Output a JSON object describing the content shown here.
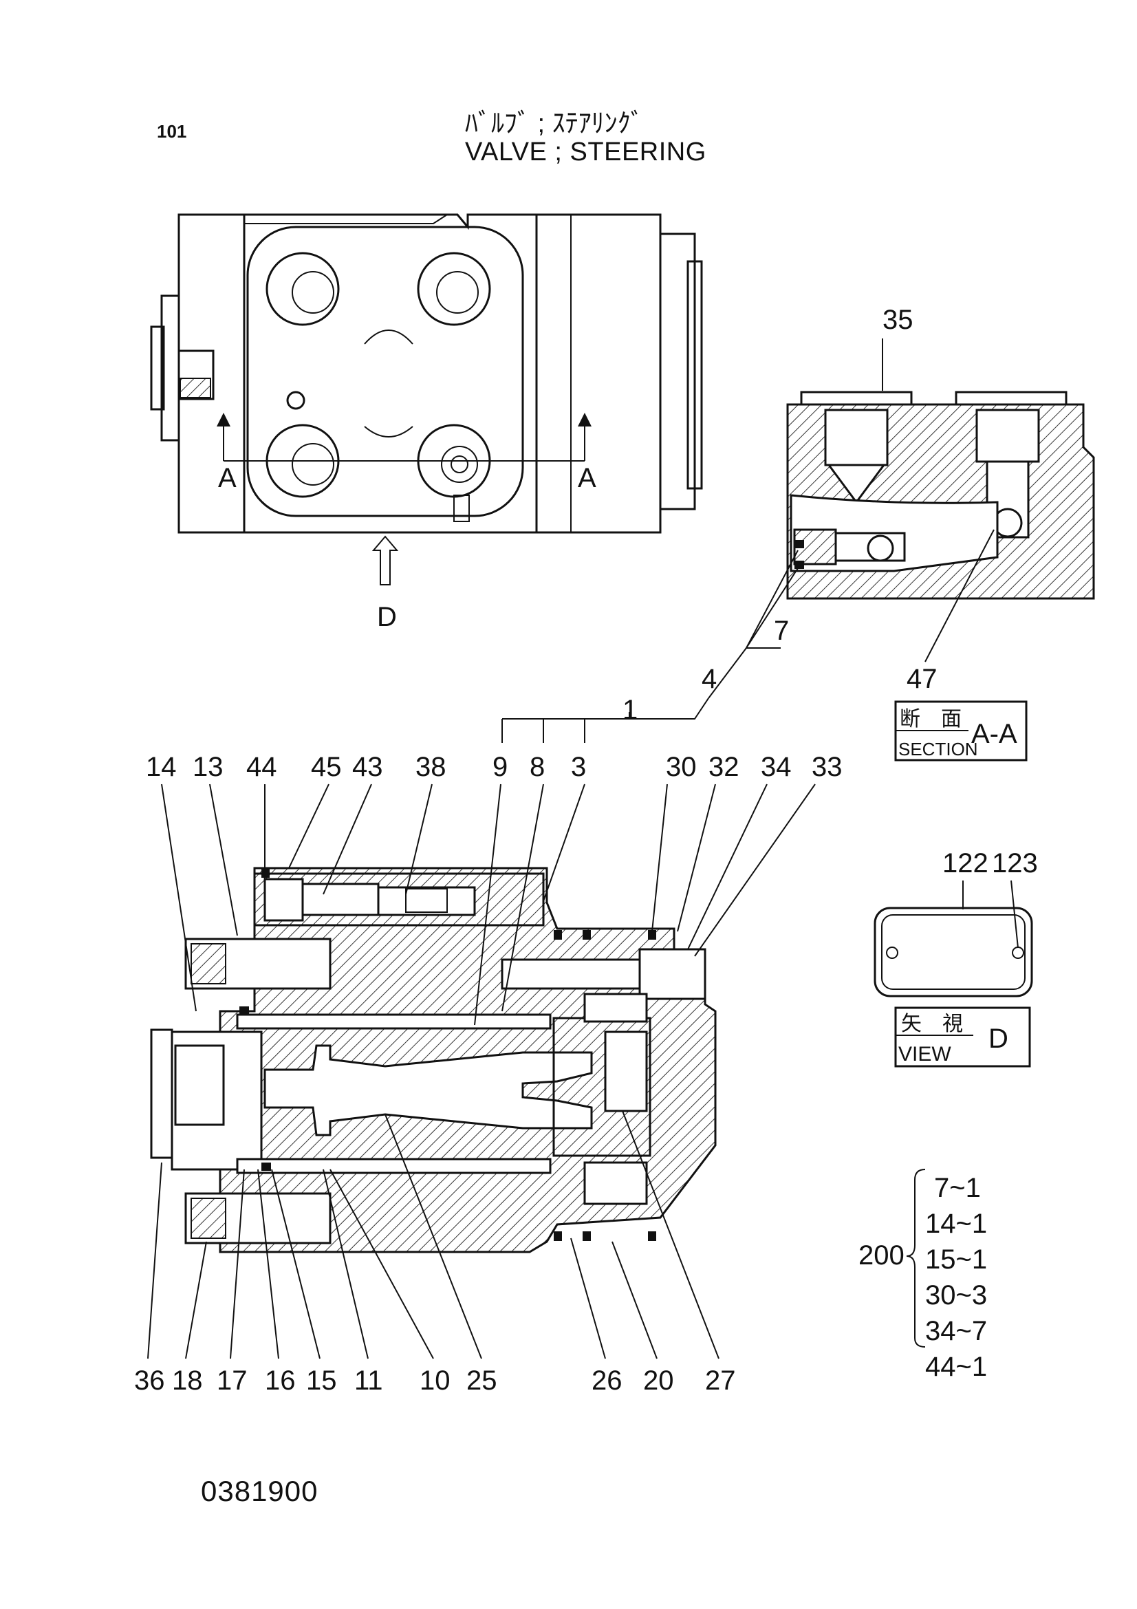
{
  "page": {
    "page_number": "101",
    "title_jp": "ﾊﾞﾙﾌﾞ ; ｽﾃｱﾘﾝｸﾞ",
    "title_en": "VALVE ; STEERING",
    "drawing_number": "0381900"
  },
  "top_view": {
    "section_mark_left": "A",
    "section_mark_right": "A",
    "view_arrow_label": "D"
  },
  "section_aa": {
    "callouts": [
      "35",
      "7",
      "47"
    ],
    "caption_jp": "断　面",
    "caption_en": "SECTION",
    "caption_mark": "A-A"
  },
  "main_section": {
    "group_callouts": [
      "1",
      "4"
    ],
    "top_callouts": [
      "14",
      "13",
      "44",
      "45",
      "43",
      "38",
      "9",
      "8",
      "3",
      "30",
      "32",
      "34",
      "33"
    ],
    "bottom_callouts": [
      "36",
      "18",
      "17",
      "16",
      "15",
      "11",
      "10",
      "25",
      "26",
      "20",
      "27"
    ]
  },
  "view_d": {
    "callouts": [
      "122",
      "123"
    ],
    "caption_jp": "矢　視",
    "caption_en": "VIEW",
    "caption_mark": "D"
  },
  "kit": {
    "number": "200",
    "items": [
      "7~1",
      "14~1",
      "15~1",
      "30~3",
      "34~7",
      "44~1"
    ]
  }
}
